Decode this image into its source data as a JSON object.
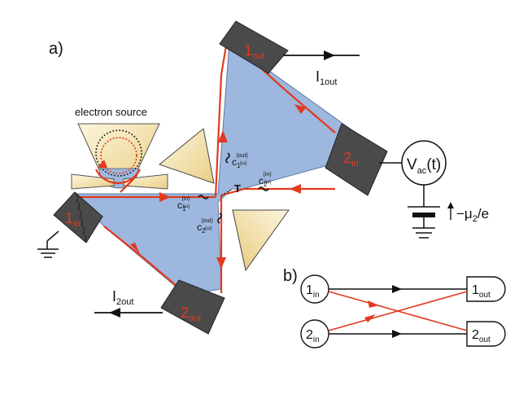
{
  "panels": {
    "a": "a)",
    "b": "b)"
  },
  "source": {
    "label": "electron source"
  },
  "contacts": {
    "in1": {
      "main": "1",
      "sub": "in"
    },
    "out1": {
      "main": "1",
      "sub": "out"
    },
    "in2": {
      "main": "2",
      "sub": "in"
    },
    "out2": {
      "main": "2",
      "sub": "out"
    }
  },
  "currents": {
    "i1out": {
      "main": "I",
      "sub": "1out"
    },
    "i2out": {
      "main": "I",
      "sub": "2out"
    }
  },
  "voltage": {
    "V": "V",
    "sub": "ac",
    "rest": "(t)"
  },
  "chem_potential": {
    "text": "−μ",
    "sub": "2",
    "rest": "/e"
  },
  "couplings": {
    "c1out": {
      "c": "c",
      "sub": "1",
      "sup": "(out)",
      "omega": "(ω)"
    },
    "c2in": {
      "c": "c",
      "sub": "2",
      "sup": "(in)",
      "omega": "(ω)"
    },
    "c1in": {
      "c": "c",
      "sub": "1",
      "sup": "(in)",
      "omega": "(ω)"
    },
    "c2out": {
      "c": "c",
      "sub": "2",
      "sup": "(out)",
      "omega": "(ω)"
    }
  },
  "scatterer": {
    "label": "T"
  },
  "diagram_b": {
    "in1": {
      "main": "1",
      "sub": "in"
    },
    "in2": {
      "main": "2",
      "sub": "in"
    },
    "out1": {
      "main": "1",
      "sub": "out"
    },
    "out2": {
      "main": "2",
      "sub": "out"
    }
  },
  "colors": {
    "sample": "#9db7df",
    "contact": "#4a4a4a",
    "edge_channel": "#e23a1e",
    "gate": "#f3e3b4",
    "line": "#111111"
  }
}
